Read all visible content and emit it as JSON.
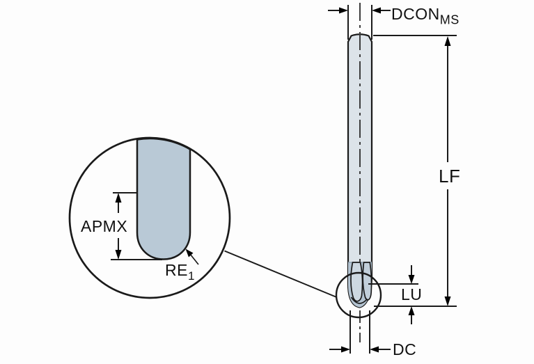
{
  "labels": {
    "dcon": {
      "base": "DCON",
      "sub": "MS"
    },
    "lf": "LF",
    "lu": "LU",
    "dc": "DC",
    "apmx": "APMX",
    "re": {
      "base": "RE",
      "sub": "1"
    }
  },
  "colors": {
    "background": "#fdfdfd",
    "outline": "#1a1a1a",
    "centerline": "#3c3c3c",
    "shank_fill": "#dce3e9",
    "tip_fill": "#b3c3d1",
    "flute_left_fill": "#cdd8e1",
    "flute_right_fill": "#c2cfda",
    "detail_fill": "#b9c9d6",
    "shoulder_line": "#96a9b6"
  }
}
